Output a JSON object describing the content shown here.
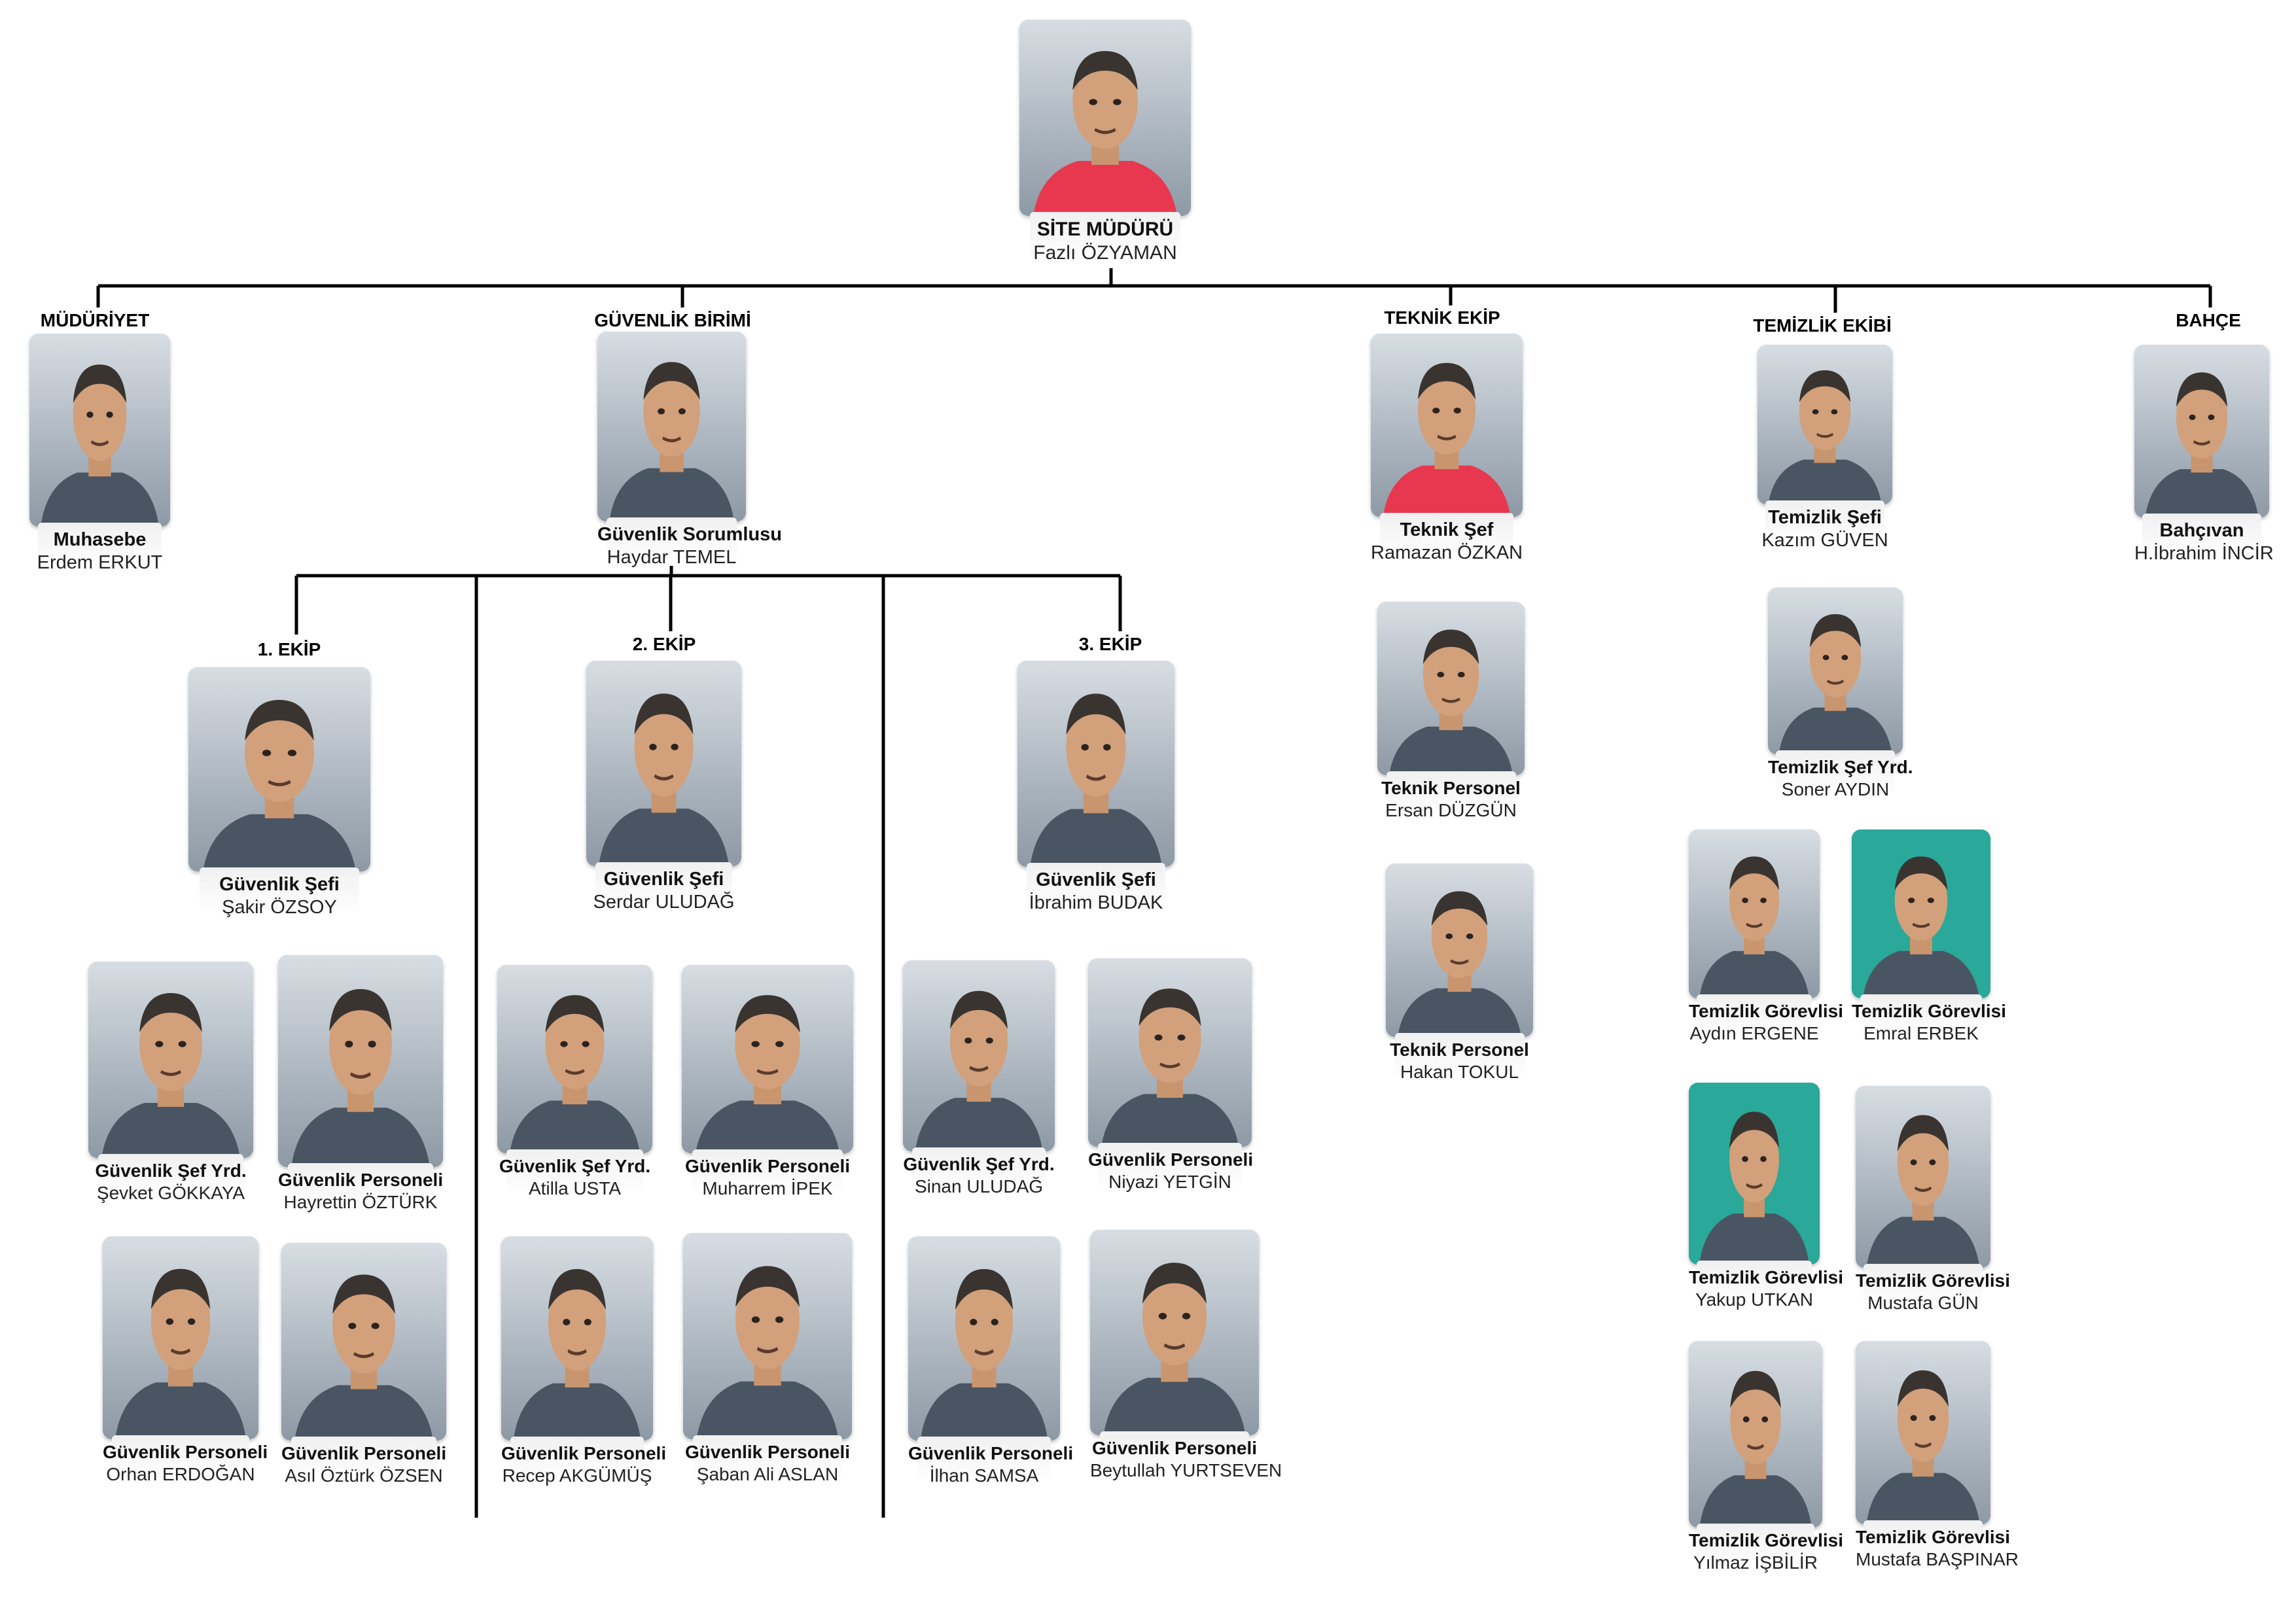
{
  "sections": {
    "mudurluk": "MÜDÜRİYET",
    "guvenlik": "GÜVENLİK BİRİMİ",
    "teknik": "TEKNİK EKİP",
    "temizlik": "TEMİZLİK EKİBİ",
    "bahce": "BAHÇE",
    "ekip1": "1. EKİP",
    "ekip2": "2. EKİP",
    "ekip3": "3. EKİP"
  },
  "people": {
    "site_muduru": {
      "role": "SİTE MÜDÜRÜ",
      "name": "Fazlı ÖZYAMAN"
    },
    "muhasebe": {
      "role": "Muhasebe",
      "name": "Erdem ERKUT"
    },
    "guvenlik_sorumlusu": {
      "role": "Güvenlik Sorumlusu",
      "name": "Haydar TEMEL"
    },
    "teknik_sef": {
      "role": "Teknik Şef",
      "name": "Ramazan ÖZKAN"
    },
    "temizlik_sefi": {
      "role": "Temizlik Şefi",
      "name": "Kazım GÜVEN"
    },
    "bahcivan": {
      "role": "Bahçıvan",
      "name": "H.İbrahim İNCİR"
    },
    "ekip1_sef": {
      "role": "Güvenlik Şefi",
      "name": "Şakir ÖZSOY"
    },
    "ekip2_sef": {
      "role": "Güvenlik Şefi",
      "name": "Serdar ULUDAĞ"
    },
    "ekip3_sef": {
      "role": "Güvenlik Şefi",
      "name": "İbrahim BUDAK"
    },
    "ekip1_yrd": {
      "role": "Güvenlik Şef Yrd.",
      "name": "Şevket GÖKKAYA"
    },
    "ekip1_p1": {
      "role": "Güvenlik Personeli",
      "name": "Hayrettin ÖZTÜRK"
    },
    "ekip1_p2": {
      "role": "Güvenlik Personeli",
      "name": "Orhan ERDOĞAN"
    },
    "ekip1_p3": {
      "role": "Güvenlik Personeli",
      "name": "Asıl Öztürk ÖZSEN"
    },
    "ekip2_yrd": {
      "role": "Güvenlik Şef Yrd.",
      "name": "Atilla USTA"
    },
    "ekip2_p1": {
      "role": "Güvenlik Personeli",
      "name": "Muharrem İPEK"
    },
    "ekip2_p2": {
      "role": "Güvenlik Personeli",
      "name": "Recep AKGÜMÜŞ"
    },
    "ekip2_p3": {
      "role": "Güvenlik Personeli",
      "name": "Şaban Ali ASLAN"
    },
    "ekip3_yrd": {
      "role": "Güvenlik Şef Yrd.",
      "name": "Sinan ULUDAĞ"
    },
    "ekip3_p1": {
      "role": "Güvenlik Personeli",
      "name": "Niyazi YETGİN"
    },
    "ekip3_p2": {
      "role": "Güvenlik Personeli",
      "name": "İlhan SAMSA"
    },
    "ekip3_p3": {
      "role": "Güvenlik Personeli",
      "name": "Beytullah YURTSEVEN"
    },
    "teknik_p1": {
      "role": "Teknik Personel",
      "name": "Ersan DÜZGÜN"
    },
    "teknik_p2": {
      "role": "Teknik Personel",
      "name": "Hakan TOKUL"
    },
    "temizlik_yrd": {
      "role": "Temizlik Şef Yrd.",
      "name": "Soner AYDIN"
    },
    "temizlik_g1": {
      "role": "Temizlik Görevlisi",
      "name": "Aydın ERGENE"
    },
    "temizlik_g2": {
      "role": "Temizlik Görevlisi",
      "name": "Emral ERBEK"
    },
    "temizlik_g3": {
      "role": "Temizlik Görevlisi",
      "name": "Yakup UTKAN"
    },
    "temizlik_g4": {
      "role": "Temizlik Görevlisi",
      "name": "Mustafa GÜN"
    },
    "temizlik_g5": {
      "role": "Temizlik Görevlisi",
      "name": "Yılmaz İŞBİLİR"
    },
    "temizlik_g6": {
      "role": "Temizlik Görevlisi",
      "name": "Mustafa BAŞPINAR"
    }
  },
  "colors": {
    "line": "#000000",
    "site_muduru_shirt": "#e8384f",
    "teknik_sef_shirt": "#e8384f",
    "teal_bg": "#2aa89a"
  }
}
